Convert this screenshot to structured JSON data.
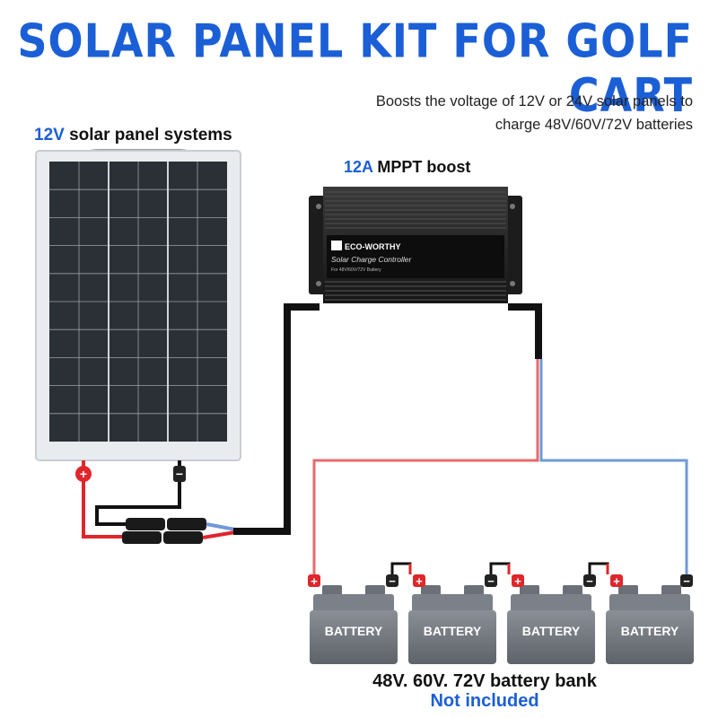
{
  "title": "SOLAR PANEL KIT FOR GOLF CART",
  "subtitle_line1": "Boosts the voltage of 12V or 24V solar panels to",
  "subtitle_line2": "charge 48V/60V/72V batteries",
  "solar_panel": {
    "label_highlight": "12V",
    "label_rest": " solar panel systems",
    "positive_symbol": "+",
    "negative_symbol": "−"
  },
  "controller": {
    "label_highlight": "12A",
    "label_rest": " MPPT boost",
    "brand": "ECO-WORTHY",
    "product": "Solar Charge Controller",
    "model": "For 48V/60V/72V Battery"
  },
  "batteries": {
    "items": [
      {
        "label": "BATTERY"
      },
      {
        "label": "BATTERY"
      },
      {
        "label": "BATTERY"
      },
      {
        "label": "BATTERY"
      }
    ],
    "terminal_positive": "+",
    "terminal_negative": "−"
  },
  "battery_bank_label": "48V. 60V. 72V battery bank",
  "battery_bank_note": "Not included",
  "colors": {
    "accent_blue": "#1b5fd6",
    "positive_red": "#e0262b",
    "wire_blue": "#6f9ad6",
    "cable_black": "#111111"
  },
  "icons": [
    "solar-panel-icon",
    "charge-controller-icon",
    "mc4-connector-icon",
    "battery-icon"
  ]
}
